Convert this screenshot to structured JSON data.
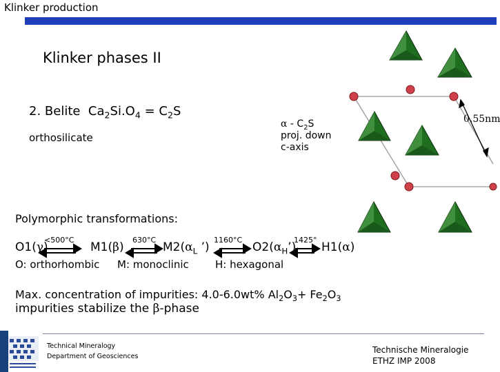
{
  "header": {
    "section_title": "Klinker production",
    "accent_color": "#1f3fb8"
  },
  "slide": {
    "title": "Klinker phases II",
    "belite": {
      "number": "2. Belite",
      "ca": "Ca",
      "n2": "2",
      "si": "Si.O",
      "n4": "4",
      "eq": " = C",
      "n2b": "2",
      "s": "S"
    },
    "orthosilicate": "orthosilicate",
    "structure_caption": {
      "alpha": "α",
      "dash": " - C",
      "sub2": "2",
      "s": "S",
      "line2": "proj. down",
      "line3": "c-axis"
    },
    "distance_label": "0.55nm",
    "polymorphic_heading": "Polymorphic transformations:",
    "phases": {
      "o1": "O1(",
      "gamma": "γ",
      "close": ")",
      "m1": "M1(",
      "beta": "β",
      "m1close": ")",
      "m2": "M2(",
      "alphaL": "α",
      "subL": "L",
      "m2close": " ’)",
      "o2": "O2(",
      "alphaH": "α",
      "subH": "H",
      "o2close": "’)",
      "h1": "H1(",
      "alpha": "α",
      "h1close": ")"
    },
    "temperatures": [
      "<500°C",
      "630°C",
      "1160°C",
      "1425°"
    ],
    "phase_legend": {
      "orthorhombic": "O: orthorhombic",
      "monoclinic": "M: monoclinic",
      "hexagonal": "H: hexagonal"
    },
    "impurities": {
      "prefix": "Max. concentration of impurities:  4.0-6.0wt% Al",
      "al_sub": "2",
      "o": "O",
      "o_sub": "3",
      "plus": "+ Fe",
      "fe_sub": "2",
      "o2": "O",
      "o2_sub": "3",
      "line2a": "impurities stabilize the ",
      "beta": "β",
      "line2b": "-phase"
    }
  },
  "footer": {
    "left_line1": "Technical Mineralogy",
    "left_line2": "Department of Geosciences",
    "right_line1": "Technische Mineralogie",
    "right_line2": "ETHZ IMP 2008"
  }
}
